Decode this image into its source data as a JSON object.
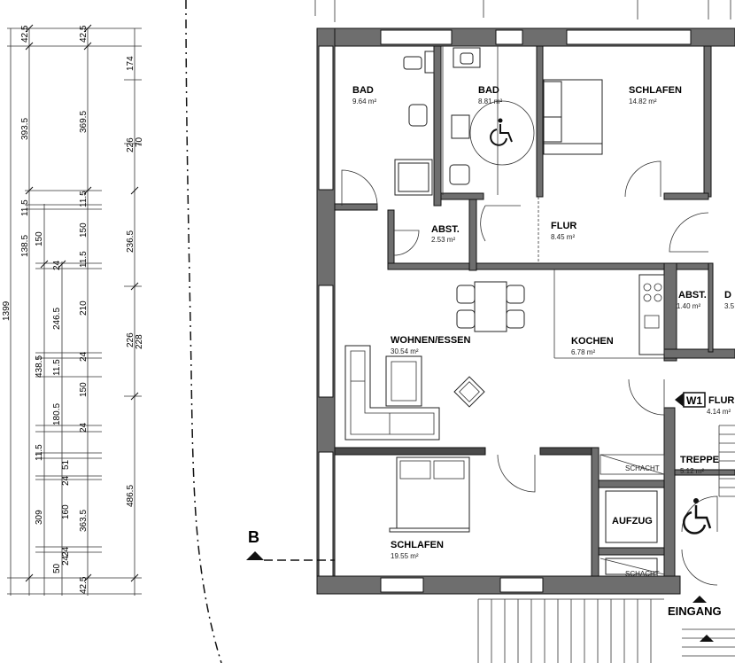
{
  "rooms": {
    "bad1": {
      "name": "BAD",
      "area": "9.64 m²"
    },
    "bad2": {
      "name": "BAD",
      "area": "8.81 m²"
    },
    "schlafen1": {
      "name": "SCHLAFEN",
      "area": "14.82 m²"
    },
    "abst1": {
      "name": "ABST.",
      "area": "2.53 m²"
    },
    "flur1": {
      "name": "FLUR",
      "area": "8.45 m²"
    },
    "abst2": {
      "name": "ABST.",
      "area": "1.40 m²"
    },
    "abst3": {
      "name": "D",
      "area": "3.5"
    },
    "wohnen": {
      "name": "WOHNEN/ESSEN",
      "area": "30.54 m²"
    },
    "kochen": {
      "name": "KOCHEN",
      "area": "6.78 m²"
    },
    "flur2": {
      "name": "FLUR",
      "area": "4.14 m²"
    },
    "treppe": {
      "name": "TREPPE",
      "area": "5.12 m²"
    },
    "schlafen2": {
      "name": "SCHLAFEN",
      "area": "19.55 m²"
    }
  },
  "labels": {
    "schacht1": "SCHACHT",
    "schacht2": "SCHACHT",
    "aufzug": "AUFZUG",
    "eingang": "EINGANG",
    "section": "B",
    "w1": "W1"
  },
  "dimensions": {
    "col1": [
      "42.5",
      "393.5",
      "11.5",
      "138.5",
      "150",
      "24",
      "246.5",
      "438.5",
      "11.5",
      "180.5",
      "11.5",
      "309",
      "50",
      "24",
      "42.5"
    ],
    "col2": [
      "42.5",
      "369.5",
      "11.5",
      "150",
      "11.5",
      "210",
      "24",
      "150",
      "24",
      "51",
      "24",
      "160",
      "363.5",
      "24"
    ],
    "col3": [
      "174",
      "226",
      "70",
      "236.5",
      "226",
      "228",
      "486.5"
    ],
    "total": "1399"
  },
  "colors": {
    "wall": "#6e6e6e",
    "line": "#111111"
  }
}
